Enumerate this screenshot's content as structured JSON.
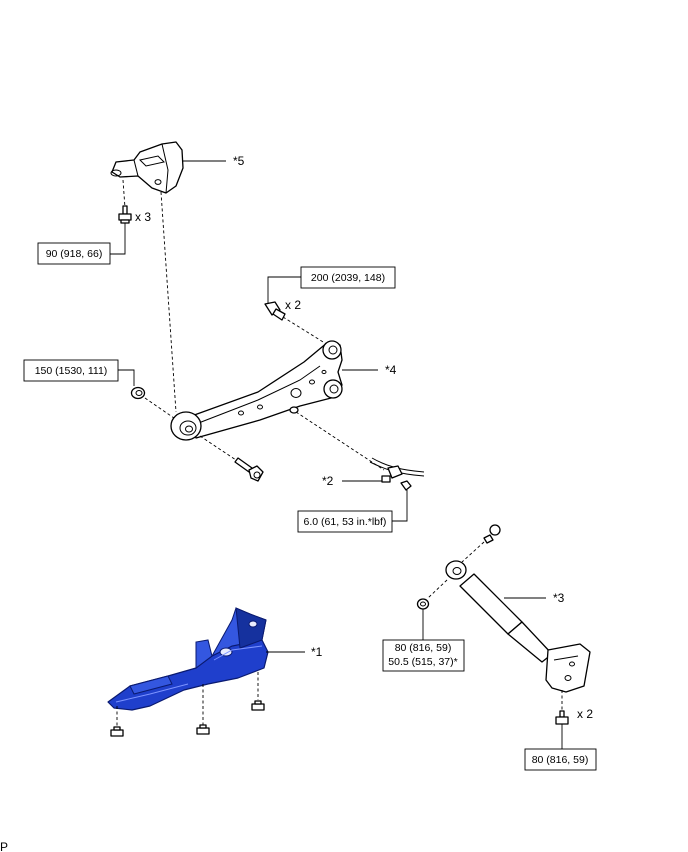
{
  "callouts": {
    "part1": "*1",
    "part2": "*2",
    "part3": "*3",
    "part4": "*4",
    "part5": "*5"
  },
  "quantities": {
    "bracket_bolts": "x 3",
    "arm_bolts": "x 2",
    "shock_nuts": "x 2"
  },
  "torque_specs": {
    "bracket_bolt": "90 (918, 66)",
    "arm_front_bolt": "200 (2039, 148)",
    "arm_pivot_nut": "150 (1530, 111)",
    "sensor_bolt": "6.0 (61, 53 in.*lbf)",
    "shock_upper_line1": "80 (816, 59)",
    "shock_upper_line2": "50.5 (515, 37)*",
    "shock_lower": "80 (816, 59)"
  },
  "footer": {
    "code": "P"
  },
  "colors": {
    "highlight": "#1f3fcc",
    "line": "#000000"
  }
}
